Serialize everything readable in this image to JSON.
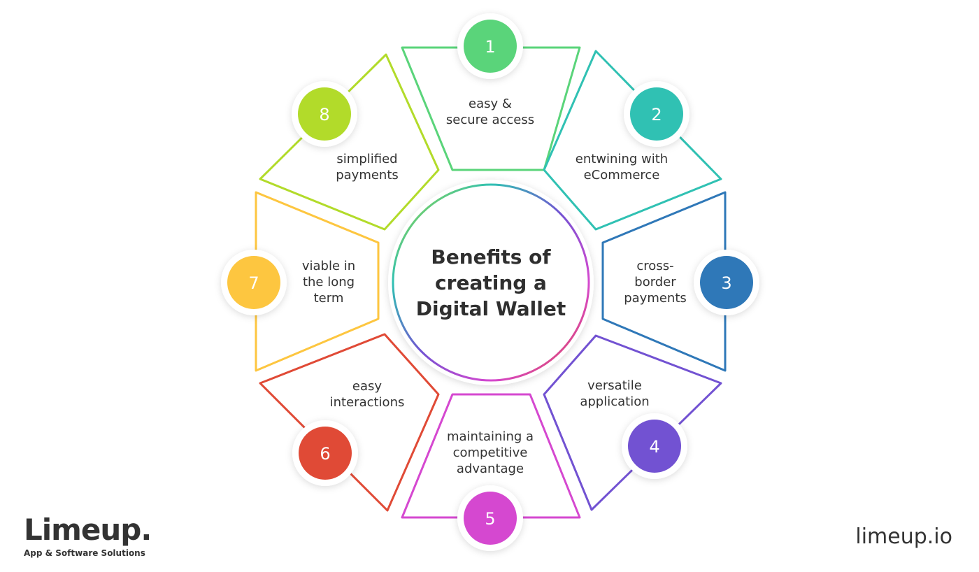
{
  "center_title": [
    "Benefits of",
    "creating a",
    "Digital Wallet"
  ],
  "colors": {
    "seg1": "#5ad47a",
    "seg2": "#30c1b3",
    "seg3": "#2f78b8",
    "seg4": "#7252d2",
    "seg5": "#d548d0",
    "seg6": "#e04a36",
    "seg7": "#fdc640",
    "seg8": "#b2db2a"
  },
  "segments": [
    {
      "number": "1",
      "lines": [
        "easy &",
        "secure access"
      ],
      "color": "#5ad47a"
    },
    {
      "number": "2",
      "lines": [
        "entwining with",
        "eCommerce"
      ],
      "color": "#30c1b3"
    },
    {
      "number": "3",
      "lines": [
        "cross-",
        "border",
        "payments"
      ],
      "color": "#2f78b8"
    },
    {
      "number": "4",
      "lines": [
        "versatile",
        "application"
      ],
      "color": "#7252d2"
    },
    {
      "number": "5",
      "lines": [
        "maintaining a",
        "competitive",
        "advantage"
      ],
      "color": "#d548d0"
    },
    {
      "number": "6",
      "lines": [
        "easy",
        "interactions"
      ],
      "color": "#e04a36"
    },
    {
      "number": "7",
      "lines": [
        "viable in",
        "the long",
        "term"
      ],
      "color": "#fdc640"
    },
    {
      "number": "8",
      "lines": [
        "simplified",
        "payments"
      ],
      "color": "#b2db2a"
    }
  ],
  "brand": {
    "name": "Limeup.",
    "tagline": "App & Software Solutions",
    "site": "limeup.io"
  }
}
